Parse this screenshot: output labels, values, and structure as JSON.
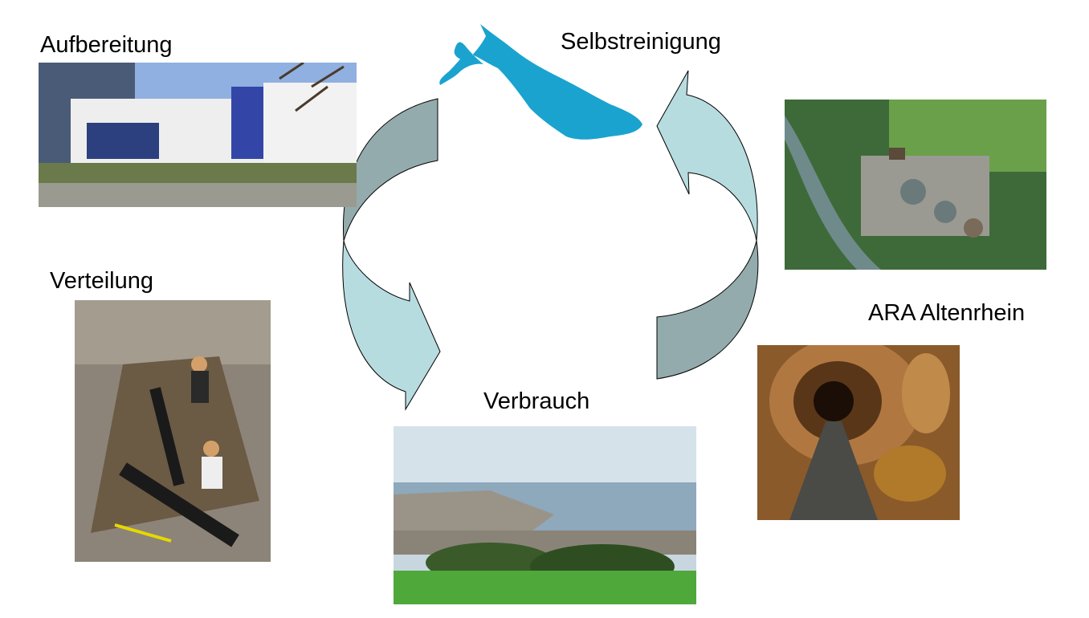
{
  "labels": {
    "aufbereitung": "Aufbereitung",
    "selbstreinigung": "Selbstreinigung",
    "verteilung": "Verteilung",
    "ara": "ARA Altenrhein",
    "verbrauch": "Verbrauch"
  },
  "colors": {
    "arrow_dark": "#93ABAD",
    "arrow_light": "#B7DCDF",
    "lake": "#1AA3CF"
  }
}
